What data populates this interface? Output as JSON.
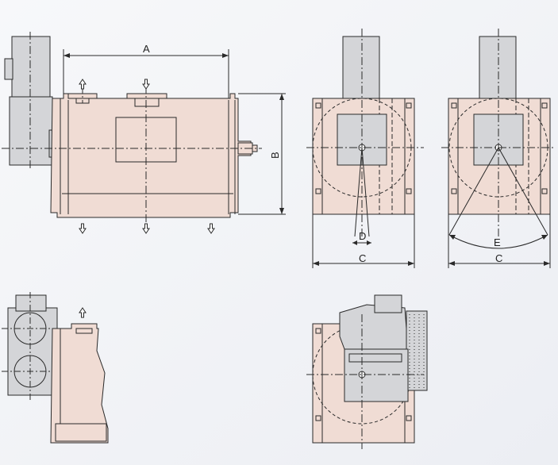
{
  "labels": {
    "dim_a": "A",
    "dim_b": "B",
    "dim_c_front": "C",
    "dim_d": "D",
    "dim_c_right": "C",
    "dim_e": "E"
  },
  "colors": {
    "body_fill": "#f0dcd4",
    "motor_fill": "#d4d5d8",
    "line": "#2a2a2a",
    "background": "#f4f5f8"
  },
  "icons": {
    "inlet": "hollow-arrow-up-icon",
    "outlet": "hollow-arrow-down-icon"
  }
}
